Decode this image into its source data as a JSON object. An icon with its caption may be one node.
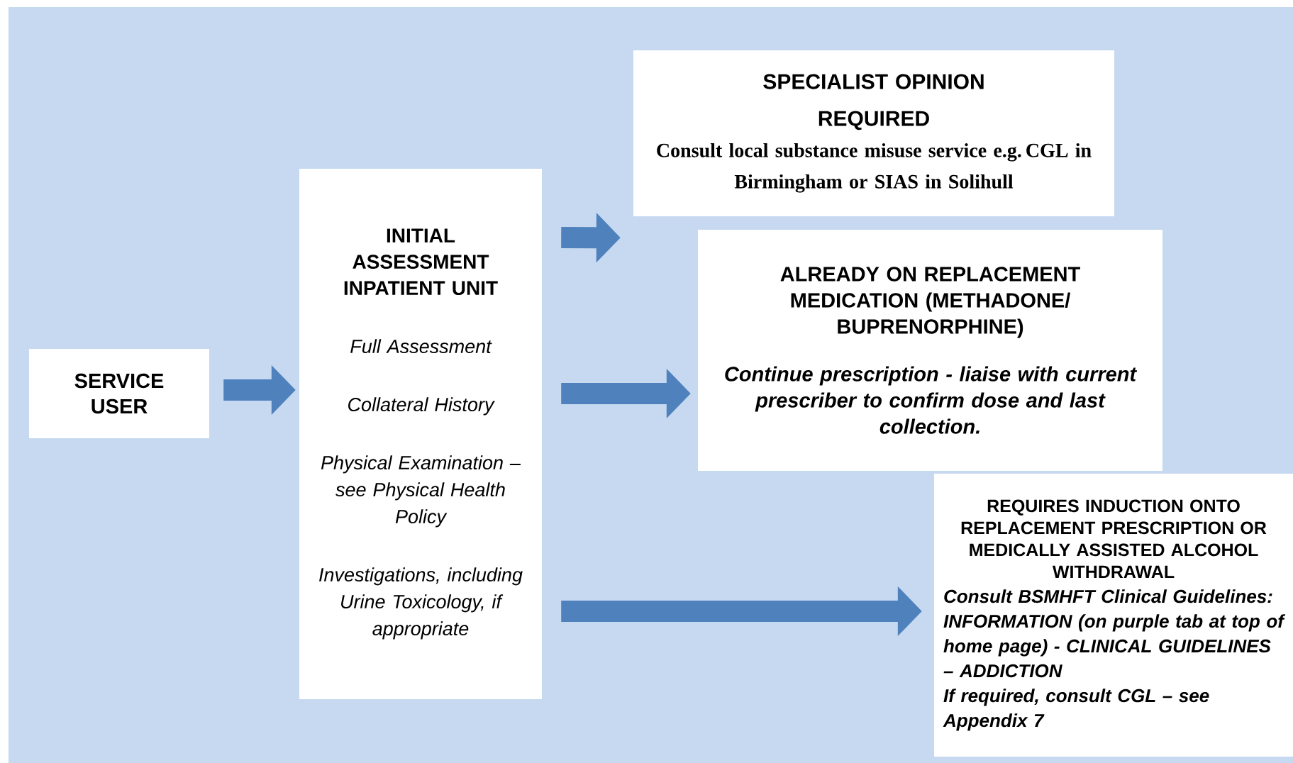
{
  "diagram": {
    "nodes": [
      {
        "text": [
          "SERVICE USER"
        ]
      },
      {
        "text": [
          "INITIAL ASSESSMENT INPATIENT UNIT",
          "Full Assessment",
          "Collateral History",
          "Physical Examination – see Physical Health Policy",
          "Investigations, including Urine Toxicology, if appropriate"
        ]
      },
      {
        "text": [
          "SPECIALIST OPINION REQUIRED",
          "Consult local substance misuse service e.g. CGL in Birmingham or SIAS in Solihull"
        ]
      },
      {
        "text": [
          "ALREADY ON REPLACEMENT MEDICATION (METHADONE/ BUPRENORPHINE)",
          "Continue prescription - liaise with current prescriber to confirm dose and last collection."
        ]
      },
      {
        "text": [
          "REQUIRES INDUCTION ONTO REPLACEMENT PRESCRIPTION OR MEDICALLY ASSISTED ALCOHOL WITHDRAWAL",
          "Consult BSMHFT Clinical Guidelines: INFORMATION (on purple tab at top of home page) - CLINICAL GUIDELINES – ADDICTION",
          "If required, consult CGL – see Appendix 7"
        ]
      }
    ],
    "edges": [
      {
        "from": 0,
        "to": 1,
        "arrow": "to"
      },
      {
        "from": 1,
        "to": 2,
        "arrow": "to"
      },
      {
        "from": 1,
        "to": 3,
        "arrow": "to"
      },
      {
        "from": 1,
        "to": 4,
        "arrow": "to"
      }
    ]
  }
}
